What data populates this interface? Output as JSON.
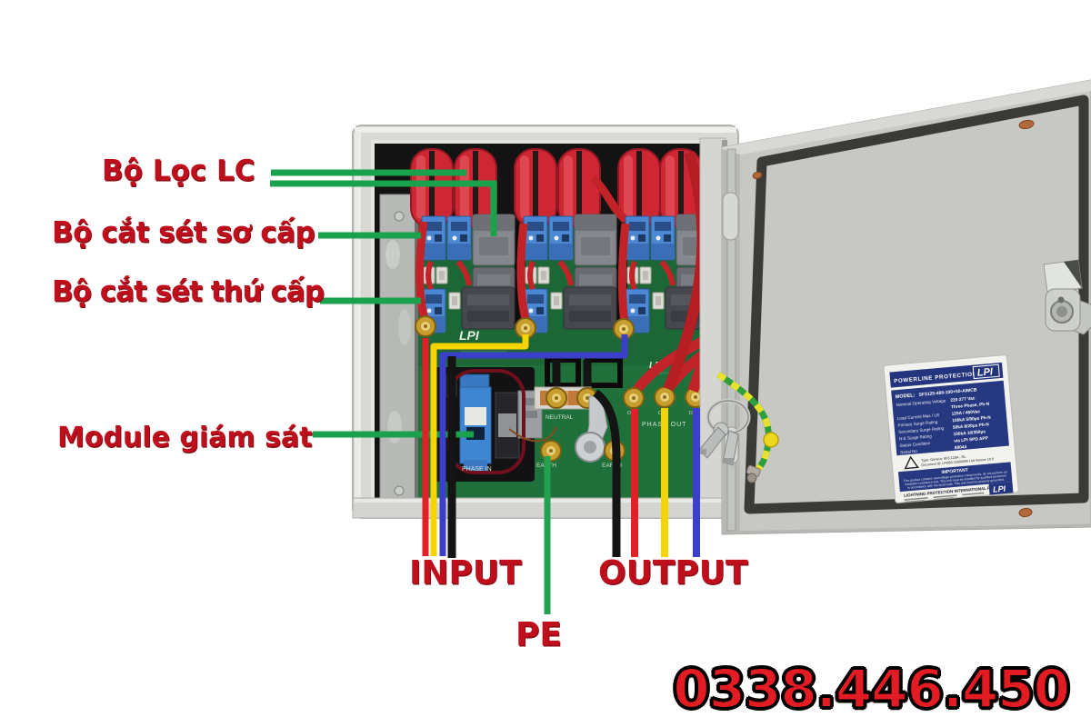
{
  "annotations": {
    "labels": {
      "loc_lc": "Bộ Lọc LC",
      "so_cap": "Bộ cắt sét sơ cấp",
      "thu_cap": "Bộ cắt sét thứ cấp",
      "module": "Module giám sát",
      "input": "INPUT",
      "output": "OUTPUT",
      "pe": "PE"
    },
    "phone": "0338.446.450",
    "colors": {
      "label_red": "#c00f1c",
      "line_green": "#19a24b",
      "phone_red": "#e31b22",
      "wire_red": "#e02127",
      "wire_yellow": "#f5d400",
      "wire_blue": "#3b3fc9",
      "wire_black": "#141414",
      "wire_green": "#22a24e"
    }
  },
  "board_texts": {
    "lpi_large": "LPI",
    "lpi_small": "LPI",
    "neutral": "NEUTRAL",
    "earth_left": "EARTH",
    "earth_right": "EARTH",
    "phase_in": "PHASE IN",
    "phase_out": "PHASE OUT",
    "db1": "DB1",
    "db2": "DB2",
    "db3": "DB3"
  },
  "door_label": {
    "header": "POWERLINE PROTECTION",
    "logo": "LPI",
    "model_label": "MODEL:",
    "model_value": "SF3125-480-100+50-AIMCB",
    "rows": [
      {
        "label": "Nominal Operating Voltage",
        "value": "220-277 Vac"
      },
      {
        "label": "",
        "value": "Three Phase, Ph-N"
      },
      {
        "label": "Load Current Max / Ult",
        "value": "125A / 480Vac"
      },
      {
        "label": "Primary Surge Rating",
        "value": "100kA 5/50µs Ph-N"
      },
      {
        "label": "Secondary Surge Rating",
        "value": "50kA 8/20µs Ph-N"
      },
      {
        "label": "N-E Surge Rating",
        "value": "100kA 10/350µs"
      },
      {
        "label": "Status Condition",
        "value": "via LPI SPD APP"
      },
      {
        "label": "Serial No",
        "value": "89044"
      }
    ],
    "cert_line1": "Type: Generic SF3 125A - RL",
    "cert_line2": "Document ID: LPI050-15000090 14A Version 10.0",
    "important_title": "IMPORTANT",
    "important_lines": [
      "This product contains overvoltage protection components, do not perform an",
      "insulation resistance test. This unit must be installed by qualified personnel",
      "in accordance with the local code. This unit must be properly grounded."
    ],
    "footer_company": "LIGHTNING PROTECTION INTERNATIONAL PTY LTD",
    "footer_logo": "LPI"
  }
}
